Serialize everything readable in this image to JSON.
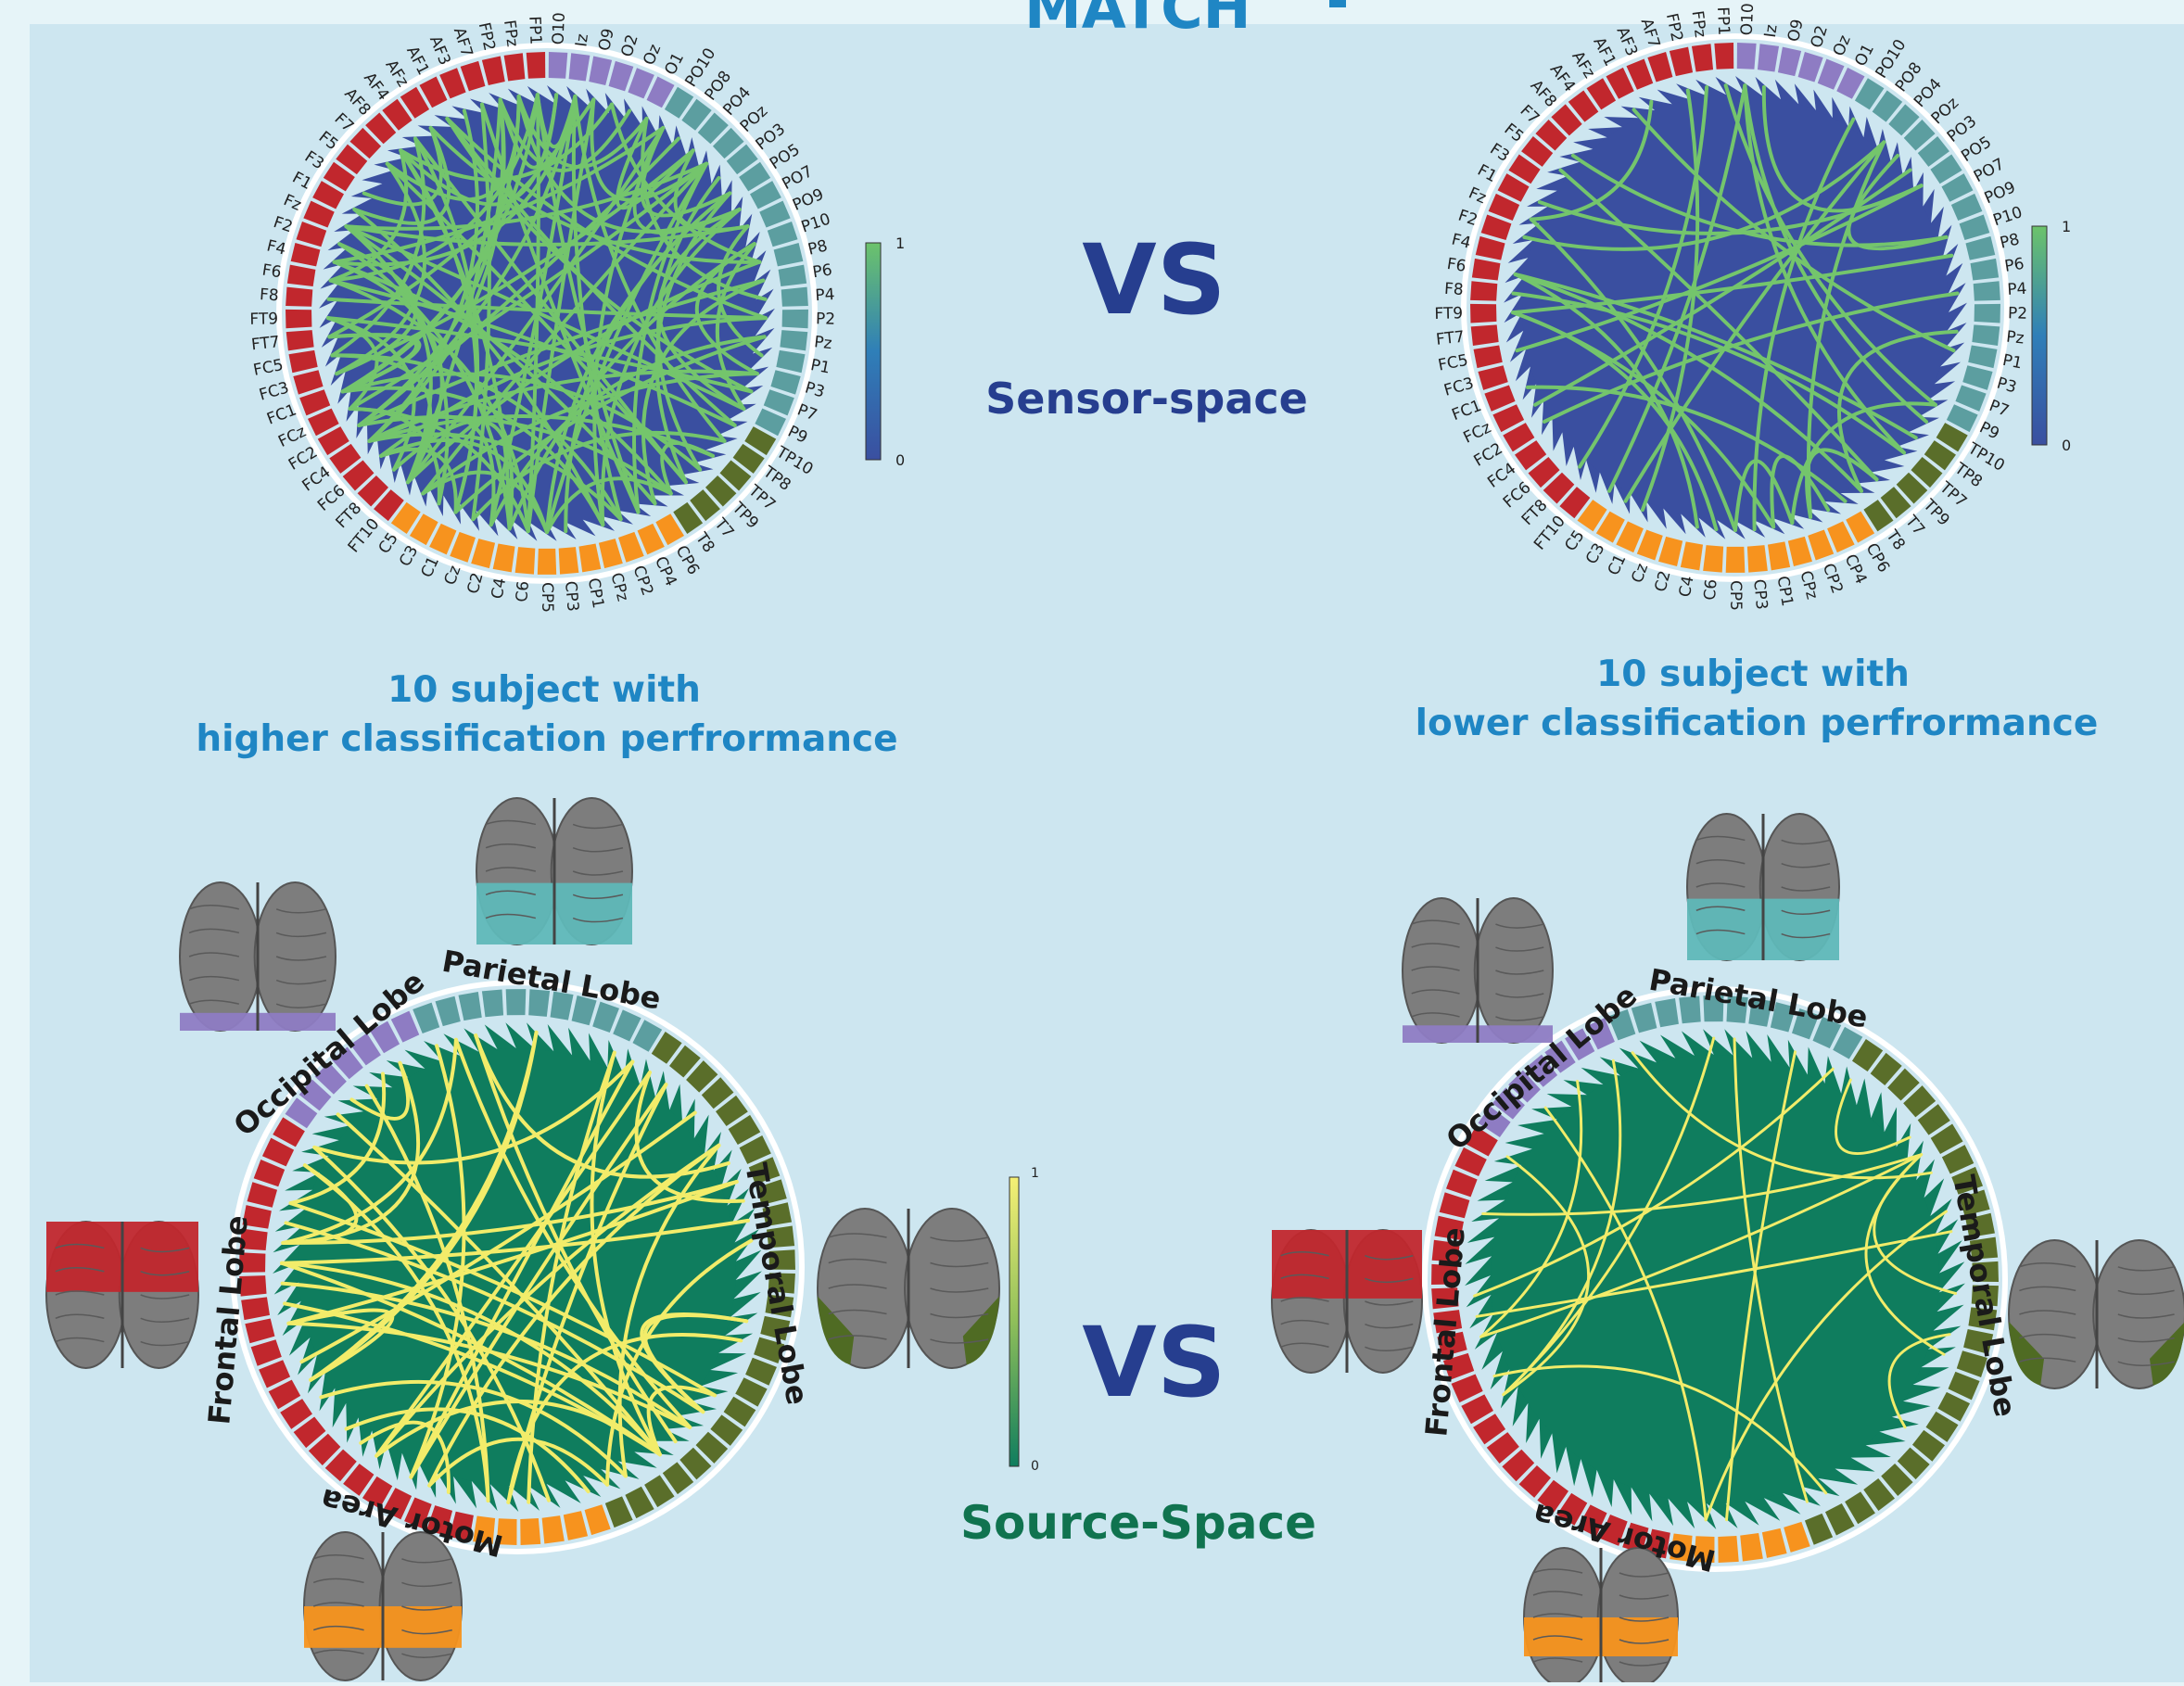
{
  "header": {
    "title": "MATCH"
  },
  "sensor": {
    "vs_label": "VS",
    "space_label": "Sensor-space",
    "higher_caption_line1": "10 subject with",
    "higher_caption_line2": "higher classification perfrormance",
    "lower_caption_line1": "10 subject with",
    "lower_caption_line2": "lower classification perfrormance",
    "colorbar": {
      "max": "1",
      "min": "0",
      "low_color": "#3a4fa0",
      "high_color": "#6cc36b"
    },
    "disk_color": "#3a4fa0",
    "link_color": "#74c56c",
    "electrodes": [
      "FP1",
      "FPz",
      "FP2",
      "AF7",
      "AF3",
      "AF1",
      "AFz",
      "AF4",
      "AF8",
      "F7",
      "F5",
      "F3",
      "F1",
      "Fz",
      "F2",
      "F4",
      "F6",
      "F8",
      "FT9",
      "FT7",
      "FC5",
      "FC3",
      "FC1",
      "FCz",
      "FC2",
      "FC4",
      "FC6",
      "FT8",
      "FT10",
      "C5",
      "C3",
      "C1",
      "Cz",
      "C2",
      "C4",
      "C6",
      "CP5",
      "CP3",
      "CP1",
      "CPz",
      "CP2",
      "CP4",
      "CP6",
      "T8",
      "T7",
      "TP9",
      "TP7",
      "TP8",
      "TP10",
      "P9",
      "P7",
      "P3",
      "P1",
      "Pz",
      "P2",
      "P4",
      "P6",
      "P8",
      "P10",
      "PO9",
      "PO7",
      "PO5",
      "PO3",
      "POz",
      "PO4",
      "PO8",
      "PO10",
      "O1",
      "Oz",
      "O2",
      "O9",
      "Iz",
      "O10"
    ],
    "segments": [
      {
        "region": "frontal",
        "count": 29,
        "color": "#c1272d"
      },
      {
        "region": "central",
        "count": 14,
        "color": "#f7931e"
      },
      {
        "region": "temporal",
        "count": 6,
        "color": "#5a6e2a"
      },
      {
        "region": "parietal",
        "count": 18,
        "color": "#5c9ea0"
      },
      {
        "region": "occipital",
        "count": 6,
        "color": "#8e7cc3"
      }
    ]
  },
  "source": {
    "vs_label": "VS",
    "space_label": "Source-Space",
    "colorbar": {
      "max": "1",
      "min": "0",
      "low_color": "#0f7d5e",
      "high_color": "#f5f075"
    },
    "disk_color": "#0f7d5e",
    "link_color": "#f2ec6a",
    "lobes": {
      "parietal": "Parietal Lobe",
      "occipital": "Occipital Lobe",
      "temporal": "Temporal Lobe",
      "frontal": "Frontal Lobe",
      "motor": "Motor Area"
    },
    "segments": [
      {
        "region": "frontal",
        "count": 23,
        "color": "#c1272d"
      },
      {
        "region": "motor",
        "count": 6,
        "color": "#f7931e"
      },
      {
        "region": "temporal",
        "count": 26,
        "color": "#5a6e2a"
      },
      {
        "region": "parietal",
        "count": 11,
        "color": "#5c9ea0"
      },
      {
        "region": "occipital",
        "count": 7,
        "color": "#8e7cc3"
      }
    ],
    "brain_colors": {
      "cortex": "#7d7d7d",
      "frontal": "#c1272d",
      "parietal": "#5fb8b8",
      "occipital": "#8e7cc3",
      "temporal": "#4f6b23",
      "motor": "#f7931e"
    }
  }
}
